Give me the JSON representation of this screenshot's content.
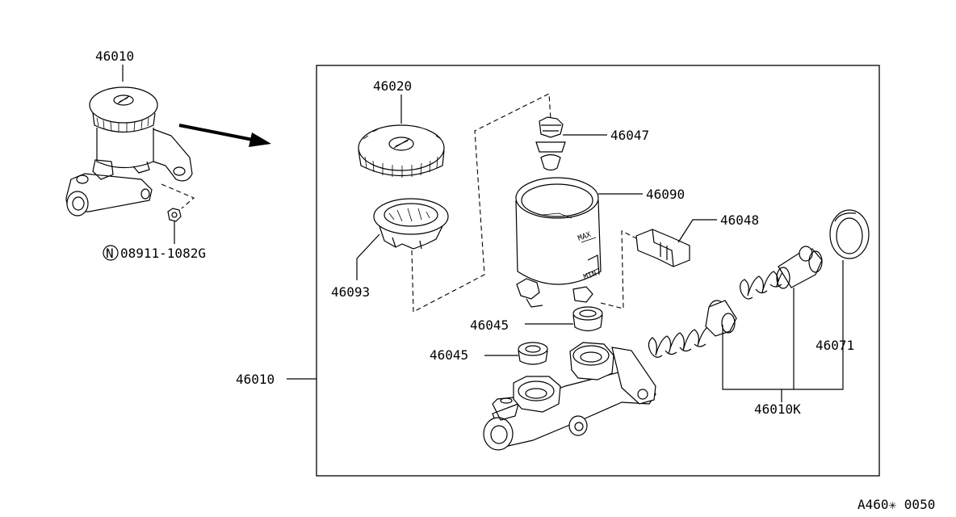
{
  "labels": {
    "overview_part": "46010",
    "cap": "46020",
    "filter": "46093",
    "grommet_top": "46047",
    "reservoir": "46090",
    "connector": "46048",
    "grommet_a": "46045",
    "grommet_b": "46045",
    "master_cylinder": "46010",
    "seal": "46071",
    "repair_kit": "46010K",
    "nut": "08911-1082G",
    "nut_prefix": "N"
  },
  "figure_code": "A460✳ 0050",
  "colors": {
    "line": "#000000",
    "background": "#ffffff"
  }
}
